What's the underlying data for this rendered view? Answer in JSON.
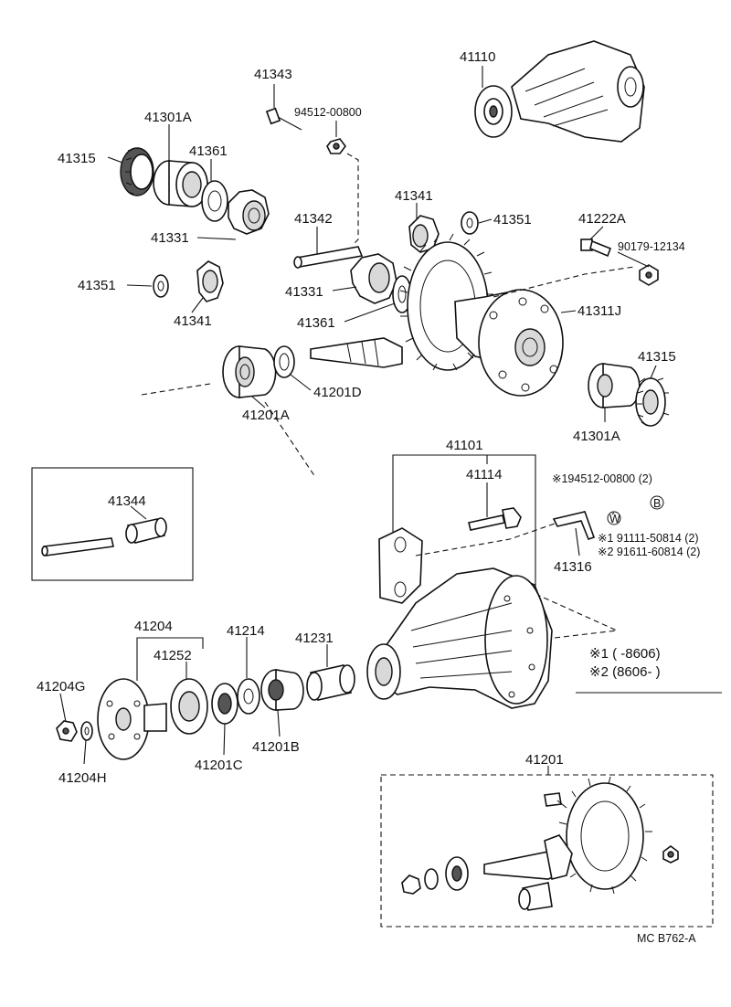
{
  "parts": {
    "p41343": "41343",
    "p94512": "94512-00800",
    "p41301A_top": "41301A",
    "p41315_left": "41315",
    "p41361_top": "41361",
    "p41331_left": "41331",
    "p41342": "41342",
    "p41341_top": "41341",
    "p41351_right": "41351",
    "p41110": "41110",
    "p41222A": "41222A",
    "p90179": "90179-12134",
    "p41351_left": "41351",
    "p41341_left": "41341",
    "p41331_mid": "41331",
    "p41361_mid": "41361",
    "p41311J": "41311J",
    "p41315_right": "41315",
    "p41201A": "41201A",
    "p41201D": "41201D",
    "p41301A_right": "41301A",
    "p41101": "41101",
    "p41114": "41114",
    "p41344": "41344",
    "p41316": "41316",
    "p41204": "41204",
    "p41252": "41252",
    "p41214": "41214",
    "p41231": "41231",
    "p41204G": "41204G",
    "p41204H": "41204H",
    "p41201C": "41201C",
    "p41201B": "41201B",
    "p41201": "41201"
  },
  "notes": {
    "bolt_note": "※194512-00800 (2)",
    "washer_symbol": "W",
    "bolt_symbol": "B",
    "note1": "※1 91111-50814 (2)",
    "note2": "※2 91611-60814 (2)",
    "legend1": "※1 (        -8606)",
    "legend2": "※2 (8606-        )"
  },
  "footer": {
    "code": "MC  B762-A"
  }
}
